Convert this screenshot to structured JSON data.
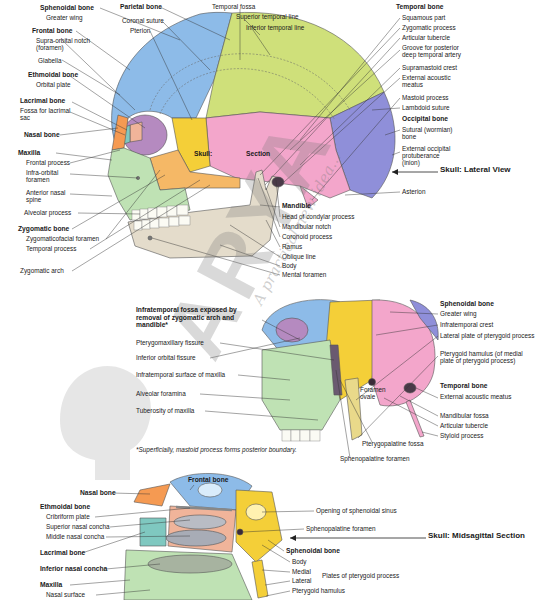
{
  "diagram": {
    "labels": [
      "Sphenoidal bone",
      "Greater wing",
      "Frontal bone",
      "Supra-orbital notch (foramen)",
      "Glabella",
      "Ethmoidal bone",
      "Orbital plate",
      "Lacrimal bone",
      "Fossa for lacrimal sac",
      "Nasal bone",
      "Maxilla",
      "Frontal process",
      "Infra-orbital foramen",
      "Anterior nasal spine",
      "Alveolar process",
      "Zygomatic bone",
      "Zygomaticofacial foramen",
      "Temporal process",
      "Zygomatic arch",
      "Parietal bone",
      "Temporal fossa",
      "Coronal suture",
      "Superior temporal line",
      "Pterion",
      "Inferior temporal line",
      "Temporal bone",
      "Squamous part",
      "Zygomatic process",
      "Articular tubercle",
      "Groove for posterior deep temporal artery",
      "Supramastoid crest",
      "External acoustic meatus",
      "Mastoid process",
      "Lambdoid suture",
      "Occipital bone",
      "Sutural (wormian) bone",
      "External occipital protuberance (inion)",
      "Skull: Lateral View",
      "Asterion",
      "Skull:",
      "Section",
      "Mandible",
      "Head of condylar process",
      "Mandibular notch",
      "Coronoid process",
      "Ramus",
      "Oblique line",
      "Body",
      "Mental foramen",
      "Infratemporal fossa exposed by removal of zygomatic arch and mandible*",
      "Pterygomaxillary fissure",
      "Inferior orbital fissure",
      "Infratemporal surface of maxilla",
      "Alveolar foramina",
      "Tuberosity of maxilla",
      "*Superficially, mastoid process forms posterior boundary.",
      "Sphenoidal bone",
      "Greater wing",
      "Infratemporal crest",
      "Lateral plate of pterygoid process",
      "Pterygoid hamulus (of medial plate of pterygoid process)",
      "Temporal bone",
      "Foramen ovale",
      "External acoustic meatus",
      "Mandibular fossa",
      "Articular tubercle",
      "Styloid process",
      "Pterygopalatine fossa",
      "Sphenopalatine foramen",
      "Nasal bone",
      "Frontal bone",
      "Ethmoidal bone",
      "Cribriform plate",
      "Superior nasal concha",
      "Middle nasal concha",
      "Opening of sphenoidal sinus",
      "Sphenopalatine foramen",
      "Lacrimal bone",
      "Skull: Midsagittal Section",
      "Sphenoidal bone",
      "Body",
      "Medial",
      "Lateral",
      "Plates of pterygoid process",
      "Inferior nasal concha",
      "Pterygoid hamulus",
      "Maxilla",
      "Nasal surface",
      "ARYA",
      "A practical new idea..."
    ]
  }
}
